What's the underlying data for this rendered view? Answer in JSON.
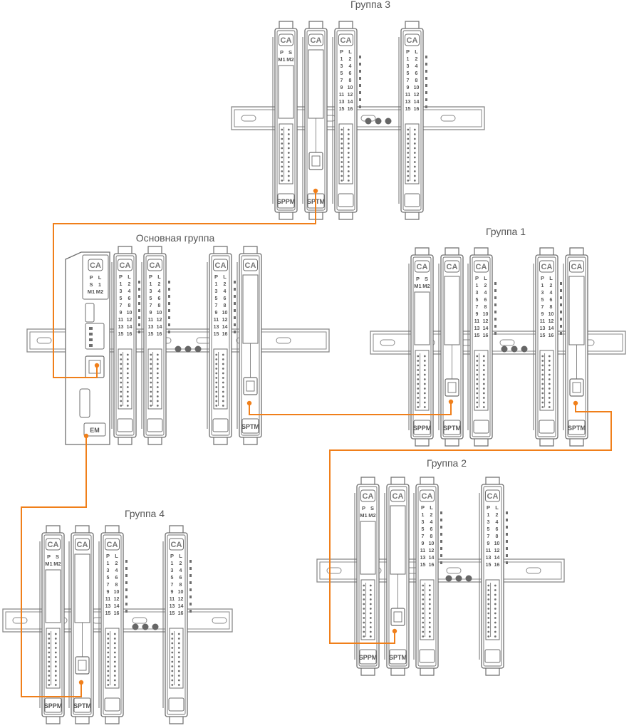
{
  "groups": {
    "main": "Основная группа",
    "g1": "Группа 1",
    "g2": "Группа 2",
    "g3": "Группа 3",
    "g4": "Группа 4"
  },
  "modules": {
    "sppm": "SPPM",
    "sptm": "SPTM",
    "em": "EM"
  },
  "face": {
    "logo": "CA",
    "power": {
      "row1": [
        "P",
        "S"
      ],
      "row2": [
        "M1",
        "M2"
      ]
    },
    "cpu": {
      "row1": [
        "P",
        "L"
      ],
      "row2": [
        "S",
        "1"
      ],
      "row3": [
        "M1",
        "M2"
      ]
    },
    "io": {
      "head": [
        "P",
        "L"
      ],
      "odd": [
        "1",
        "3",
        "5",
        "7",
        "9",
        "11",
        "13",
        "15"
      ],
      "even": [
        "2",
        "4",
        "6",
        "8",
        "10",
        "12",
        "14",
        "16"
      ]
    }
  },
  "colors": {
    "line": "#f07f1a",
    "stroke": "#6e6e6e",
    "rail": "#8a8a8a"
  }
}
